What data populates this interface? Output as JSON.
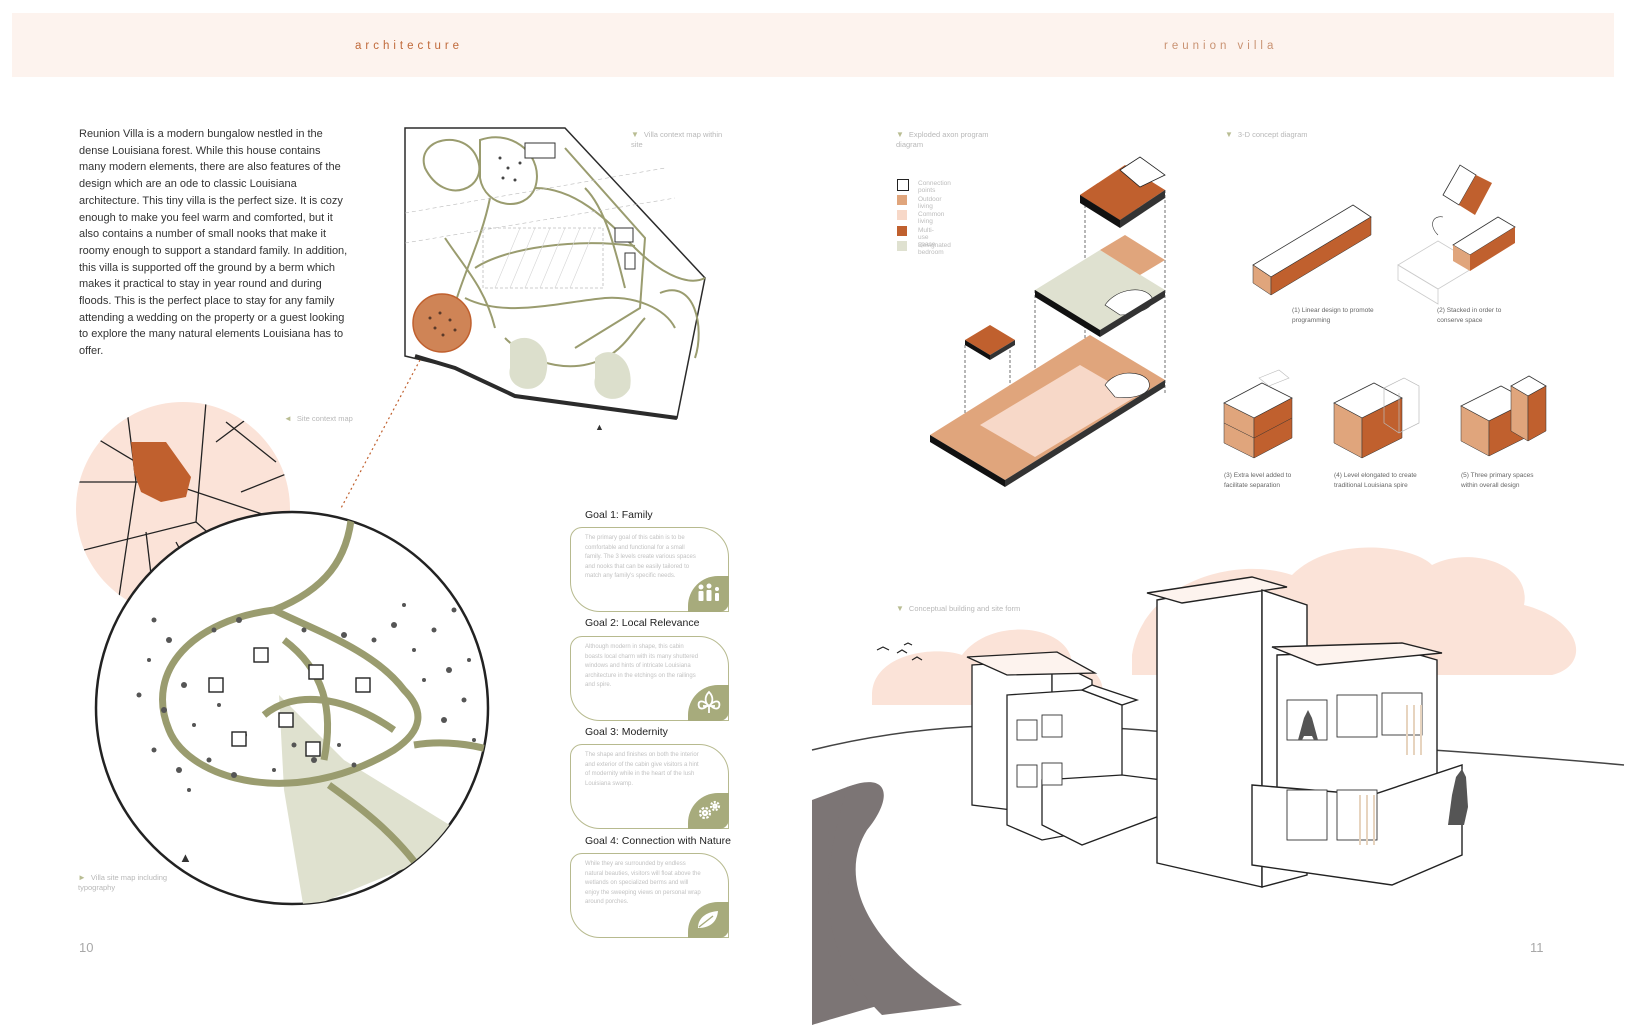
{
  "header": {
    "left_label": "architecture",
    "right_label": "reunion villa"
  },
  "intro": {
    "text": "Reunion Villa is a modern bungalow nestled in the dense Louisiana forest. While this house contains many modern elements, there are also features of the design which are an ode to classic Louisiana architecture. This tiny villa is the perfect size. It is cozy enough to make you feel warm and comforted, but it also contains a number of small nooks that make it roomy enough to support a standard family. In addition, this villa is supported off the ground by a berm which makes it practical to stay in year round and during floods. This is the perfect place to stay for any family attending a wedding on the property or a guest looking to explore the many natural elements Louisiana has to offer."
  },
  "captions": {
    "villa_context": "Villa context map within site",
    "site_context": "Site context map",
    "villa_site": "Villa site map including typography",
    "exploded_axon": "Exploded axon program diagram",
    "concept_3d": "3-D concept diagram",
    "conceptual_building": "Conceptual building and site form"
  },
  "goals": [
    {
      "title": "Goal 1: Family",
      "text": "The primary goal of this cabin is to be comfortable and functional for a small family. The 3 levels create various spaces and nooks that can be easily tailored to match any family's specific needs.",
      "icon": "family-icon"
    },
    {
      "title": "Goal 2: Local Relevance",
      "text": "Although modern in shape, this cabin boasts local charm with its many shuttered windows and hints of intricate Louisiana architecture in the etchings on the railings and spire.",
      "icon": "fleur-de-lis-icon"
    },
    {
      "title": "Goal 3: Modernity",
      "text": "The shape and finishes on both the interior and exterior of the cabin give visitors a hint of modernity while in the heart of the lush Louisiana swamp.",
      "icon": "gears-icon"
    },
    {
      "title": "Goal 4: Connection with Nature",
      "text": "While they are surrounded by endless natural beauties, visitors will float above the wetlands on specialized berms and will enjoy the sweeping views on personal wrap around porches.",
      "icon": "leaves-icon"
    }
  ],
  "legend": [
    {
      "label": "Connection points",
      "color": "#ffffff"
    },
    {
      "label": "Outdoor living",
      "color": "#e0a57c"
    },
    {
      "label": "Common living",
      "color": "#f7d8c8"
    },
    {
      "label": "Multi-use space",
      "color": "#c0602e"
    },
    {
      "label": "Designated bedroom",
      "color": "#dfe1d0"
    }
  ],
  "concepts": [
    "(1) Linear design to promote programming",
    "(2) Stacked in order to conserve space",
    "(3) Extra level added to facilitate separation",
    "(4) Level elongated to create traditional Louisiana spire",
    "(5) Three primary spaces within overall design"
  ],
  "pages": {
    "left": "10",
    "right": "11"
  },
  "colors": {
    "accent": "#c0602e",
    "olive": "#a7ab7c",
    "blush": "#fbe3d8",
    "header_bg": "#fdf3ee"
  }
}
